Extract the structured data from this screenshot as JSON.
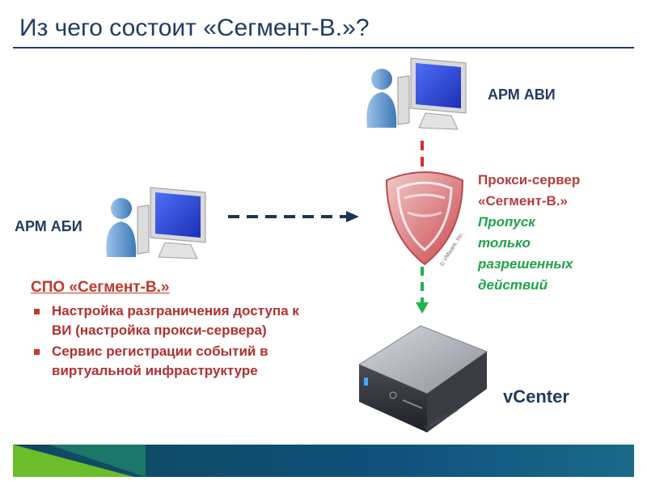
{
  "title": "Из чего состоит «Сегмент-В.»?",
  "nodes": {
    "arm_avi": "АРМ АВИ",
    "arm_abi": "АРМ АБИ",
    "vcenter": "vCenter"
  },
  "proxy": {
    "line1": "Прокси-сервер",
    "line2": "«Сегмент-В.»",
    "allow1": "Пропуск",
    "allow2": "только",
    "allow3": "разрешенных",
    "allow4": "действий"
  },
  "spo": {
    "title": "СПО «Сегмент-В.»",
    "items": [
      "Настройка разграничения доступа к ВИ (настройка прокси-сервера)",
      "Сервис регистрации событий в виртуальной инфраструктуре"
    ]
  },
  "watermarks": {
    "shield": "© VMware, Inc.",
    "server": "© VMware, Inc."
  },
  "colors": {
    "title": "#1f3b5f",
    "red_text": "#b83c3c",
    "green_text": "#1fa34a",
    "dashed_navy": "#1f3450",
    "dashed_red": "#d92b2b",
    "dashed_green": "#22b14c"
  },
  "icons": [
    "user-workstation-icon",
    "shield-icon",
    "server-icon"
  ]
}
